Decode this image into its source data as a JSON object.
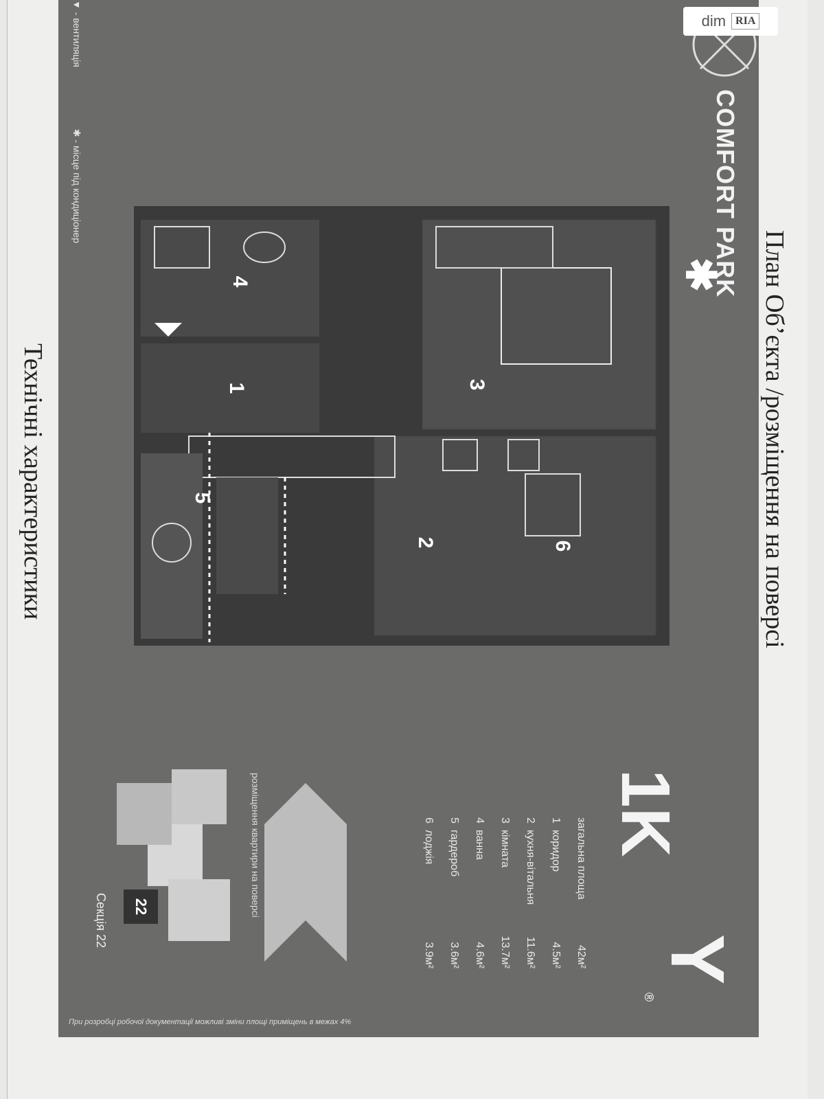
{
  "document": {
    "title": "План Об’єкта /розміщення на поверсі",
    "subtitle": "Технічні характеристики"
  },
  "watermark": {
    "text": "dim",
    "badge": "RIA"
  },
  "plan": {
    "brand": "COMFORT PARK",
    "apartment_type": "1K",
    "logo_letter": "Y",
    "registered": "®",
    "total_label": "загальна площа",
    "total_value": "42м²",
    "rooms": [
      {
        "num": "1",
        "name": "коридор",
        "area": "4.5м²"
      },
      {
        "num": "2",
        "name": "кухня-вітальня",
        "area": "11.6м²"
      },
      {
        "num": "3",
        "name": "кімната",
        "area": "13.7м²"
      },
      {
        "num": "4",
        "name": "ванна",
        "area": "4.6м²"
      },
      {
        "num": "5",
        "name": "гардероб",
        "area": "3.6м²"
      },
      {
        "num": "6",
        "name": "лоджія",
        "area": "3.9м²"
      }
    ],
    "placement_label": "розміщення квартири на поверсі",
    "section_label": "Секція 22",
    "section_badge": "22",
    "ventilation": "▼ - вентиляція",
    "ac_place": "✱ - місце під кондиціонер",
    "ac_symbol": "✱",
    "footnote": "При розробці робочої документації можливі зміни площі приміщень в межах 4%"
  }
}
